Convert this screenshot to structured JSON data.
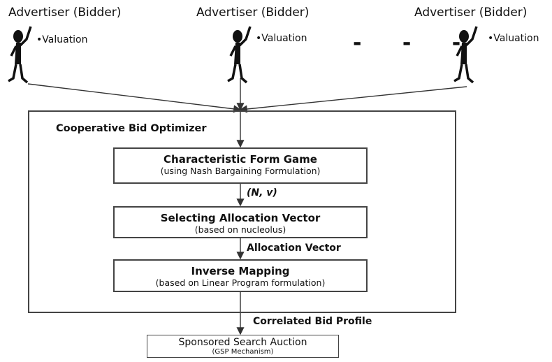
{
  "advertisers": [
    {
      "title": "Advertiser (Bidder)",
      "valuation": "•Valuation"
    },
    {
      "title": "Advertiser (Bidder)",
      "valuation": "•Valuation"
    },
    {
      "title": "Advertiser (Bidder)",
      "valuation": "•Valuation"
    }
  ],
  "ellipsis": "- - -",
  "optimizer": {
    "title": "Cooperative Bid Optimizer"
  },
  "boxes": [
    {
      "main": "Characteristic Form Game",
      "sub": "(using Nash Bargaining Formulation)"
    },
    {
      "main": "Selecting Allocation Vector",
      "sub": "(based on nucleolus)"
    },
    {
      "main": "Inverse Mapping",
      "sub": "(based on Linear Program formulation)"
    }
  ],
  "edges": {
    "game": "(N, v)",
    "allocation": "Allocation Vector",
    "profile": "Correlated Bid Profile"
  },
  "auction": {
    "main": "Sponsored Search Auction",
    "sub": "(GSP Mechanism)"
  }
}
